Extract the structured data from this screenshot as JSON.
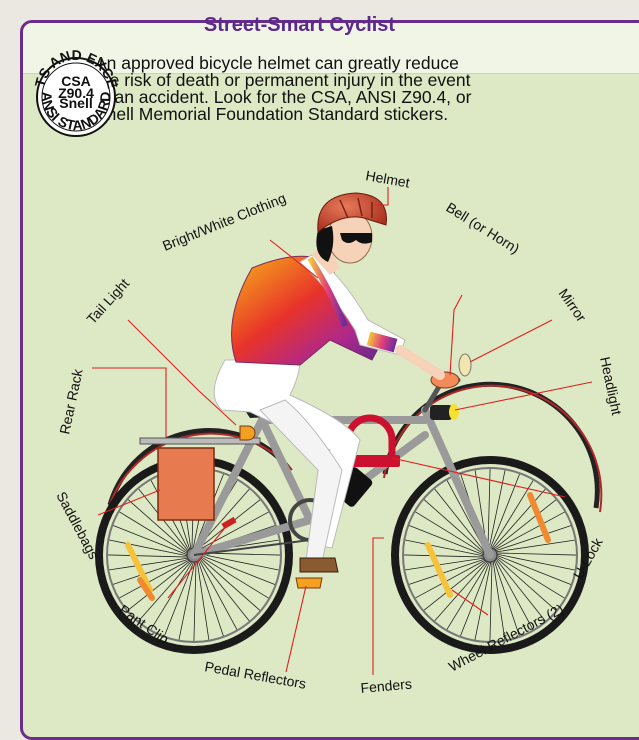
{
  "title": "Street-Smart Cyclist",
  "intro_lines": [
    "An approved bicycle helmet can greatly reduce",
    "the risk of death or permanent injury in the event",
    "of an accident. Look for the CSA, ANSI Z90.4, or",
    "Snell Memorial Foundation Standard stickers."
  ],
  "badge": {
    "top_arc": "MEETS AND EXCEEDS",
    "line1": "CSA",
    "line2": "Z90.4",
    "line3": "Snell",
    "bottom_arc": "ANSI STANDARD"
  },
  "labels": {
    "helmet": "Helmet",
    "bright_clothing": "Bright/White Clothing",
    "tail_light": "Tail Light",
    "bell": "Bell (or Horn)",
    "mirror": "Mirror",
    "rear_rack": "Rear Rack",
    "headlight": "Headlight",
    "saddlebags": "Saddlebags",
    "u_lock": "U-Lock",
    "pant_clip": "Pant Clip",
    "wheel_reflectors": "Wheel Reflectors (2)",
    "pedal_reflectors": "Pedal Reflectors",
    "fenders": "Fenders"
  },
  "colors": {
    "frame": "#5b2a8c",
    "background": "#dde8c4",
    "accent": "#e02020",
    "helmet": "#c0402a",
    "saddlebag": "#e87a50",
    "lock": "#cc1030"
  }
}
